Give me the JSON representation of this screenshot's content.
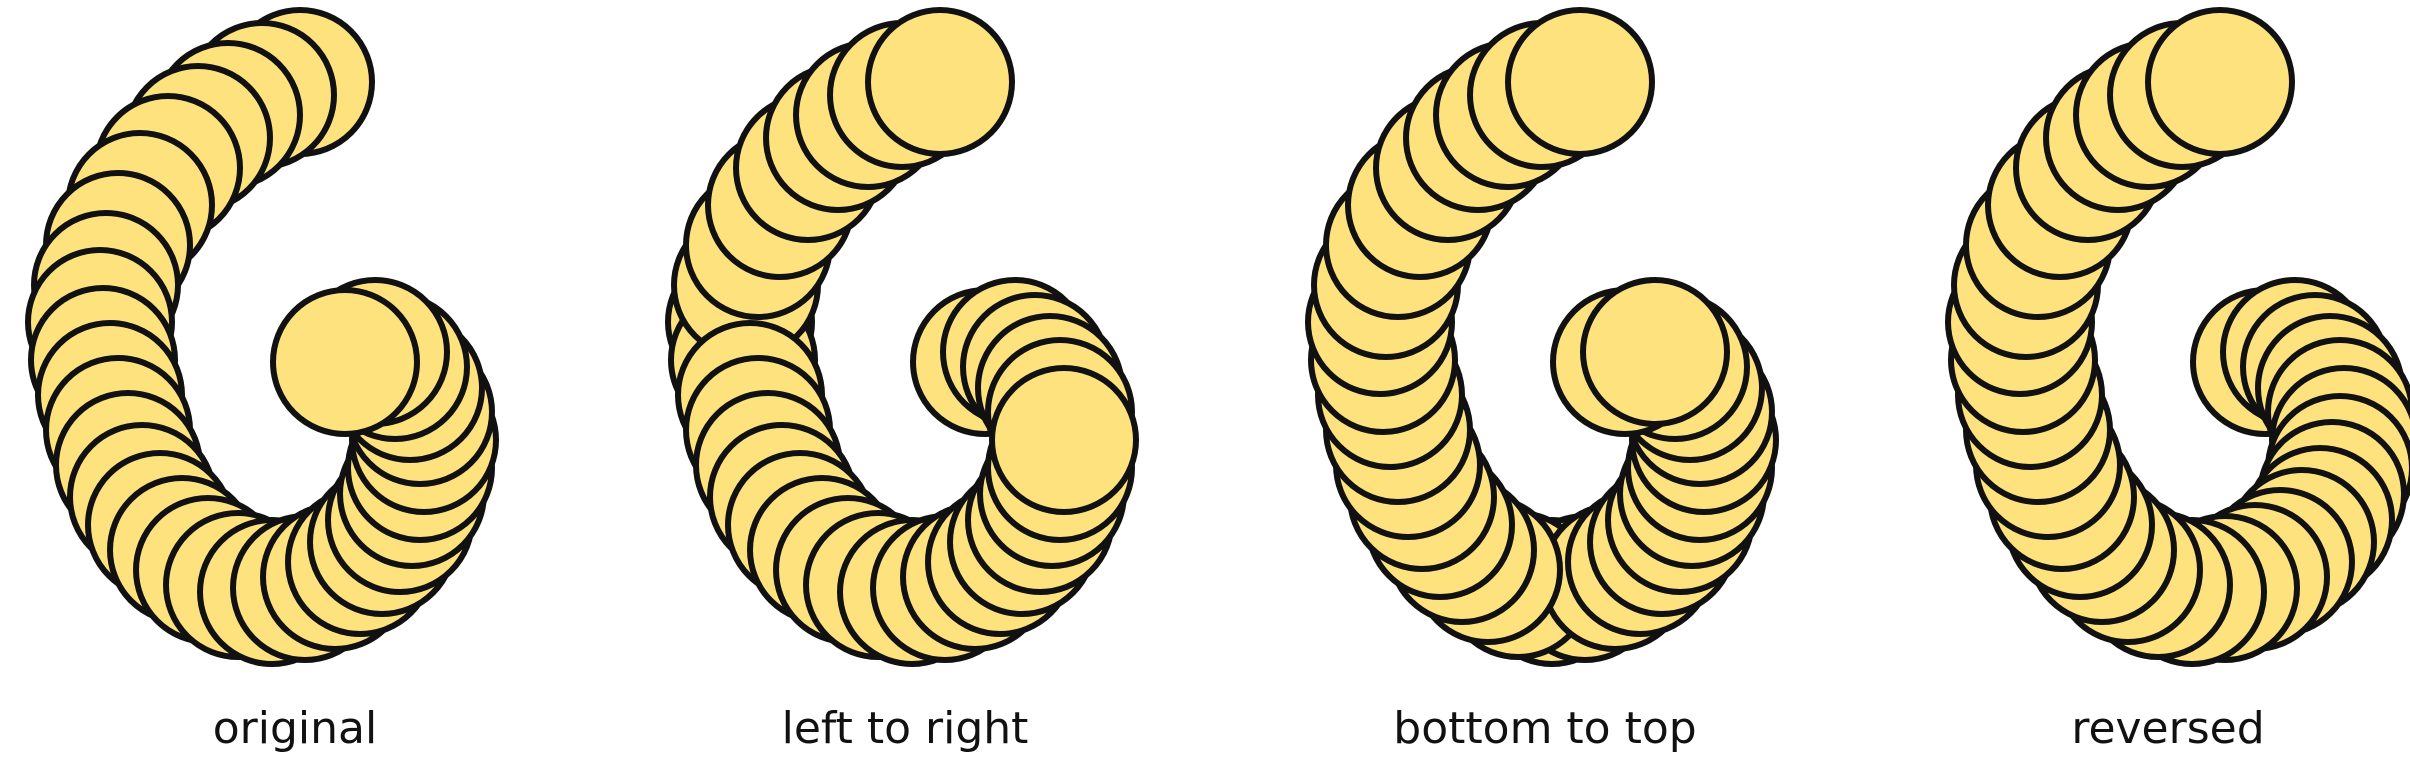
{
  "panels": [
    {
      "id": "original",
      "caption": "original",
      "order": "original"
    },
    {
      "id": "left-to-right",
      "caption": "left to right",
      "order": "left-to-right"
    },
    {
      "id": "bottom-to-top",
      "caption": "bottom to top",
      "order": "bottom-to-top"
    },
    {
      "id": "reversed",
      "caption": "reversed",
      "order": "reversed"
    }
  ],
  "style": {
    "circle_fill": "#fde27e",
    "circle_stroke": "#111111"
  }
}
